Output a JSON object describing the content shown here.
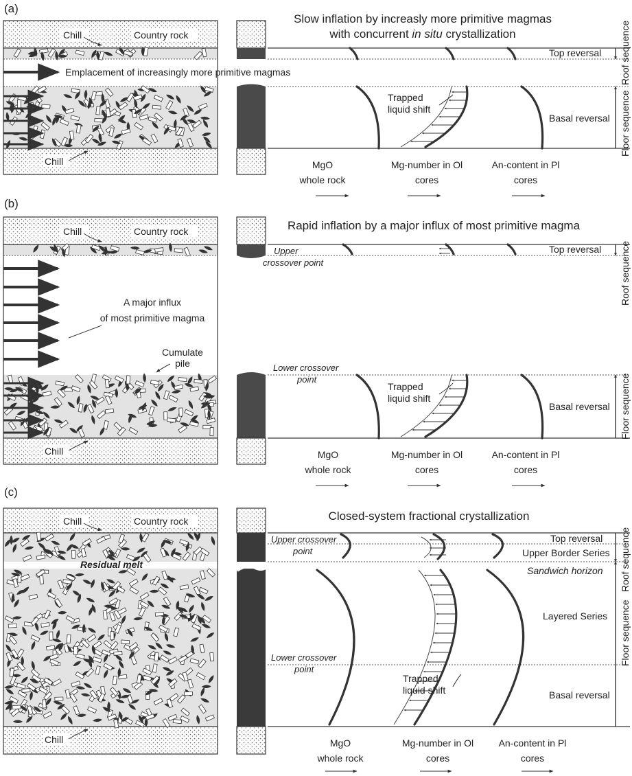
{
  "panels": [
    {
      "label": "(a)",
      "title_line1": "Slow inflation by increasly more primitive magmas",
      "title_line2_before": "with concurrent ",
      "title_line2_italic": "in situ",
      "title_line2_after": " crystallization",
      "chill_top": "Chill",
      "country_rock": "Country rock",
      "chill_bottom": "Chill",
      "emplacement": "Emplacement of increasingly more primitive magmas",
      "trapped_1": "Trapped",
      "trapped_2": "liquid shift",
      "top_reversal": "Top reversal",
      "basal_reversal": "Basal reversal",
      "roof_sequence": "Roof sequence",
      "floor_sequence": "Floor sequence",
      "col1_a": "MgO",
      "col1_b": "whole rock",
      "col2_a": "Mg-number in Ol",
      "col2_b": "cores",
      "col3_a": "An-content in Pl",
      "col3_b": "cores"
    },
    {
      "label": "(b)",
      "title": "Rapid inflation by a major influx of most primitive magma",
      "chill_top": "Chill",
      "country_rock": "Country rock",
      "chill_bottom": "Chill",
      "upper_cross_1": "Upper",
      "upper_cross_2": "crossover point",
      "lower_cross_1": "Lower crossover",
      "lower_cross_2": "point",
      "influx_1": "A major influx",
      "influx_2": "of most primitive magma",
      "cumulate_1": "Cumulate",
      "cumulate_2": "pile",
      "trapped_1": "Trapped",
      "trapped_2": "liquid shift",
      "top_reversal": "Top reversal",
      "basal_reversal": "Basal reversal",
      "roof_sequence": "Roof sequence",
      "floor_sequence": "Floor sequence",
      "col1_a": "MgO",
      "col1_b": "whole rock",
      "col2_a": "Mg-number in Ol",
      "col2_b": "cores",
      "col3_a": "An-content in Pl",
      "col3_b": "cores"
    },
    {
      "label": "(c)",
      "title": "Closed-system fractional crystallization",
      "chill_top": "Chill",
      "country_rock": "Country rock",
      "chill_bottom": "Chill",
      "residual": "Residual melt",
      "upper_cross_1": "Upper crossover",
      "upper_cross_2": "point",
      "lower_cross_1": "Lower crossover",
      "lower_cross_2": "point",
      "trapped_1": "Trapped",
      "trapped_2": "liquid shift",
      "top_reversal": "Top reversal",
      "upper_border": "Upper Border Series",
      "sandwich": "Sandwich horizon",
      "layered": "Layered Series",
      "basal_reversal": "Basal reversal",
      "roof_sequence": "Roof sequence",
      "floor_sequence": "Floor sequence",
      "col1_a": "MgO",
      "col1_b": "whole rock",
      "col2_a": "Mg-number in Ol",
      "col2_b": "cores",
      "col3_a": "An-content in Pl",
      "col3_b": "cores"
    }
  ],
  "colors": {
    "melt_grey": "#e3e3e3",
    "bar_dark": "#4a4a4a",
    "bar_darker": "#3a3a3a",
    "line": "#333333"
  }
}
